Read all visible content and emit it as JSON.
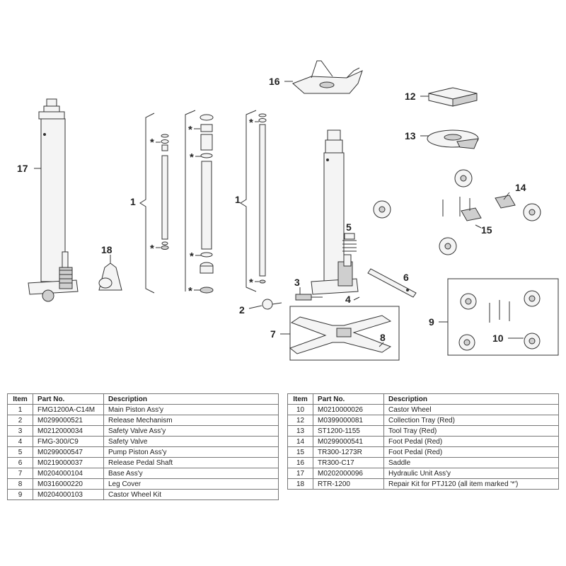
{
  "callouts": {
    "main_piston_left": "1",
    "main_piston_right": "1",
    "release_mechanism": "2",
    "safety_valve_assy": "3",
    "safety_valve": "4",
    "pump_piston": "5",
    "release_pedal_shaft": "6",
    "base_assy": "7",
    "leg_cover": "8",
    "castor_wheel_kit": "9",
    "castor_wheel": "10",
    "collection_tray": "12",
    "tool_tray": "13",
    "foot_pedal_14": "14",
    "foot_pedal_15": "15",
    "saddle": "16",
    "hydraulic_unit": "17",
    "repair_kit": "18",
    "star": "*"
  },
  "table_headers": {
    "item": "Item",
    "part_no": "Part No.",
    "description": "Description"
  },
  "parts_left": [
    {
      "item": "1",
      "part_no": "FMG1200A-C14M",
      "description": "Main Piston Ass'y"
    },
    {
      "item": "2",
      "part_no": "M0299000521",
      "description": "Release Mechanism"
    },
    {
      "item": "3",
      "part_no": "M0212000034",
      "description": "Safety Valve Ass'y"
    },
    {
      "item": "4",
      "part_no": "FMG-300/C9",
      "description": "Safety Valve"
    },
    {
      "item": "5",
      "part_no": "M0299000547",
      "description": "Pump Piston Ass'y"
    },
    {
      "item": "6",
      "part_no": "M0219000037",
      "description": "Release Pedal Shaft"
    },
    {
      "item": "7",
      "part_no": "M0204000104",
      "description": "Base Ass'y"
    },
    {
      "item": "8",
      "part_no": "M0316000220",
      "description": "Leg Cover"
    },
    {
      "item": "9",
      "part_no": "M0204000103",
      "description": "Castor Wheel Kit"
    }
  ],
  "parts_right": [
    {
      "item": "10",
      "part_no": "M0210000026",
      "description": "Castor Wheel"
    },
    {
      "item": "12",
      "part_no": "M0399000081",
      "description": "Collection Tray (Red)"
    },
    {
      "item": "13",
      "part_no": "ST1200-1155",
      "description": "Tool Tray (Red)"
    },
    {
      "item": "14",
      "part_no": "M0299000541",
      "description": "Foot Pedal (Red)"
    },
    {
      "item": "15",
      "part_no": "TR300-1273R",
      "description": "Foot Pedal (Red)"
    },
    {
      "item": "16",
      "part_no": "TR300-C17",
      "description": "Saddle"
    },
    {
      "item": "17",
      "part_no": "M0202000096",
      "description": "Hydraulic Unit Ass'y"
    },
    {
      "item": "18",
      "part_no": "RTR-1200",
      "description": "Repair Kit for PTJ120 (all item marked '*')"
    }
  ]
}
